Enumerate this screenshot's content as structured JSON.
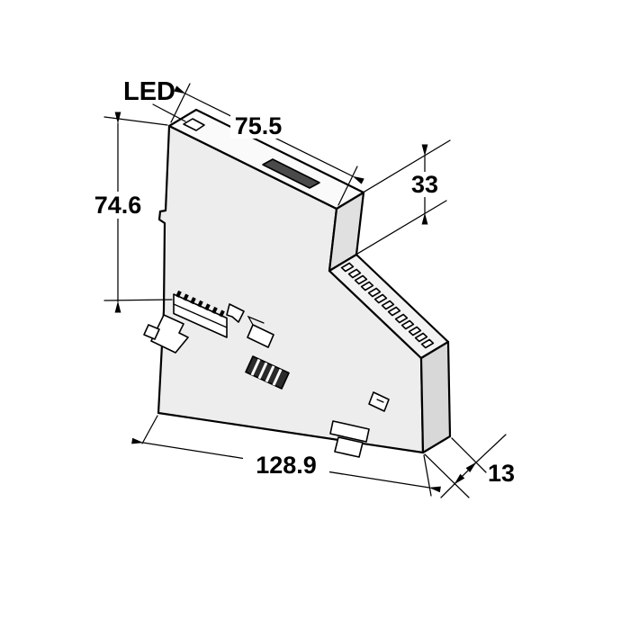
{
  "figure": {
    "led_label": "LED",
    "dimensions": {
      "top_length": "75.5",
      "terminal_depth": "33",
      "module_height": "74.6",
      "overall_length": "128.9",
      "module_width": "13"
    }
  },
  "colors": {
    "outline": "#000000",
    "body": "#ededed",
    "top_face": "#fafafa",
    "side_shade": "#e0e0e0",
    "terminal_face": "#f3f3f3",
    "end_shade": "#d8d8d8",
    "window": "#4a4a4a",
    "grip": "#2b2b2b"
  }
}
